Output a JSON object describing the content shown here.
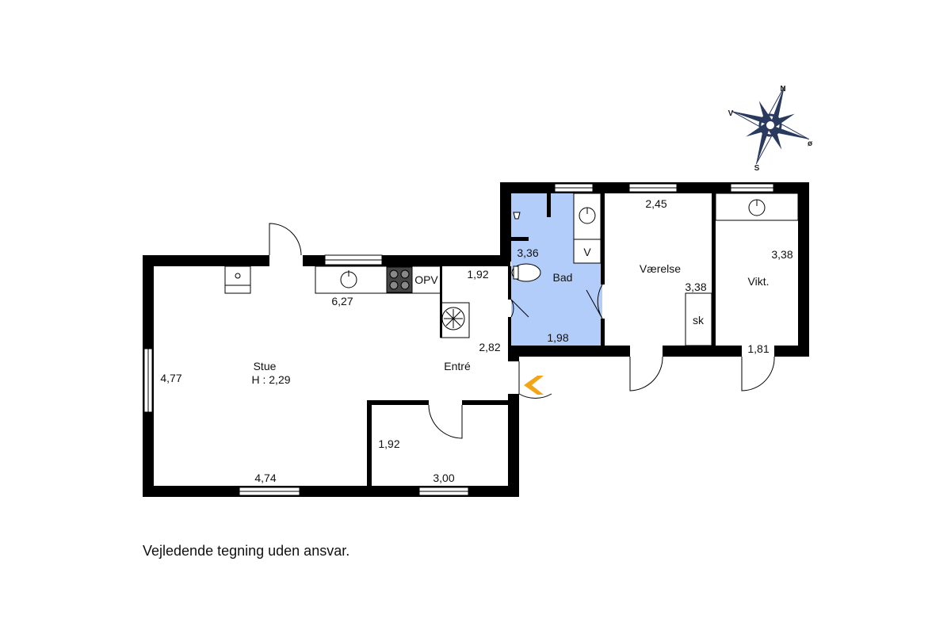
{
  "rooms": {
    "stue": {
      "name": "Stue",
      "height": "H : 2,29"
    },
    "entre": {
      "name": "Entré"
    },
    "bad": {
      "name": "Bad"
    },
    "vaerelse": {
      "name": "Værelse"
    },
    "vikt": {
      "name": "Vikt."
    },
    "sk": {
      "name": "sk"
    },
    "opv": {
      "name": "OPV"
    },
    "v": {
      "name": "V"
    }
  },
  "dimensions": {
    "stue_left": "4,77",
    "stue_bottom": "4,74",
    "kitchen": "6,27",
    "entre_top": "1,92",
    "entre_side": "2,82",
    "small_room_left": "1,92",
    "small_room_bottom": "3,00",
    "bad_left": "3,36",
    "bad_bottom": "1,98",
    "vaerelse_top": "2,45",
    "vaerelse_right": "3,38",
    "vikt_right": "3,38",
    "vikt_bottom": "1,81"
  },
  "compass": {
    "n": "N",
    "s": "S",
    "v": "V",
    "o": "ø"
  },
  "colors": {
    "wall": "#000000",
    "bath_fill": "#b3cdfa",
    "entry_arrow": "#f2a516"
  },
  "disclaimer": "Vejledende tegning uden ansvar."
}
